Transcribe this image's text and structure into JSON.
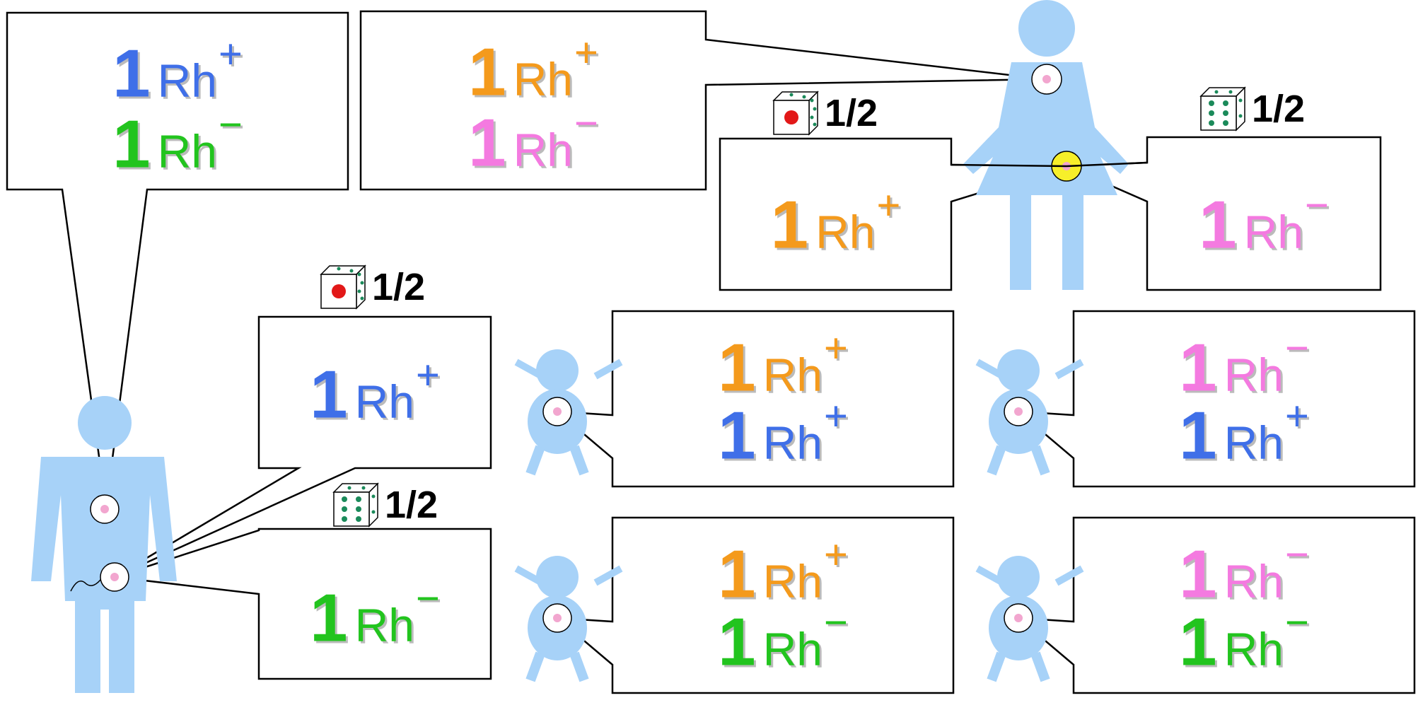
{
  "colors": {
    "blue": "#3f6fe8",
    "green": "#22c41e",
    "orange": "#f49a1c",
    "pink": "#f47ae0",
    "figure": "#a7d2f8",
    "cell_pink": "#f2a6cf",
    "egg_yellow": "#f7ef2a"
  },
  "icons": {
    "parent_figures": "person-figure-icon",
    "child_figures": "baby-figure-icon",
    "dice": "die-icon"
  },
  "father": {
    "genotype": [
      {
        "count": "1",
        "rh": "Rh",
        "sign": "+",
        "color": "blue"
      },
      {
        "count": "1",
        "rh": "Rh",
        "sign": "−",
        "color": "green"
      }
    ]
  },
  "mother": {
    "genotype": [
      {
        "count": "1",
        "rh": "Rh",
        "sign": "+",
        "color": "orange"
      },
      {
        "count": "1",
        "rh": "Rh",
        "sign": "−",
        "color": "pink"
      }
    ]
  },
  "sperm": [
    {
      "probability": "1/2",
      "die_face": "one",
      "allele": {
        "count": "1",
        "rh": "Rh",
        "sign": "+",
        "color": "blue"
      }
    },
    {
      "probability": "1/2",
      "die_face": "six",
      "allele": {
        "count": "1",
        "rh": "Rh",
        "sign": "−",
        "color": "green"
      }
    }
  ],
  "eggs": [
    {
      "probability": "1/2",
      "die_face": "one",
      "allele": {
        "count": "1",
        "rh": "Rh",
        "sign": "+",
        "color": "orange"
      }
    },
    {
      "probability": "1/2",
      "die_face": "six",
      "allele": {
        "count": "1",
        "rh": "Rh",
        "sign": "−",
        "color": "pink"
      }
    }
  ],
  "children": [
    {
      "genotype": [
        {
          "count": "1",
          "rh": "Rh",
          "sign": "+",
          "color": "orange"
        },
        {
          "count": "1",
          "rh": "Rh",
          "sign": "+",
          "color": "blue"
        }
      ]
    },
    {
      "genotype": [
        {
          "count": "1",
          "rh": "Rh",
          "sign": "−",
          "color": "pink"
        },
        {
          "count": "1",
          "rh": "Rh",
          "sign": "+",
          "color": "blue"
        }
      ]
    },
    {
      "genotype": [
        {
          "count": "1",
          "rh": "Rh",
          "sign": "+",
          "color": "orange"
        },
        {
          "count": "1",
          "rh": "Rh",
          "sign": "−",
          "color": "green"
        }
      ]
    },
    {
      "genotype": [
        {
          "count": "1",
          "rh": "Rh",
          "sign": "−",
          "color": "pink"
        },
        {
          "count": "1",
          "rh": "Rh",
          "sign": "−",
          "color": "green"
        }
      ]
    }
  ]
}
